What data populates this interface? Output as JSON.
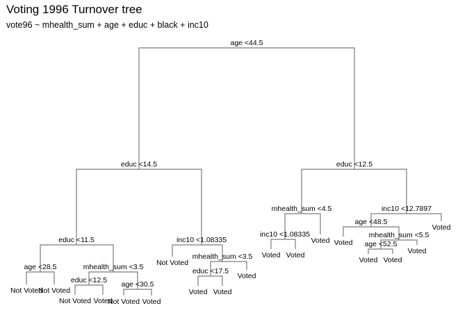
{
  "title": "Voting 1996 Turnover tree",
  "subtitle": "vote96 ~ mhealth_sum + age + educ + black + inc10",
  "tree": {
    "split": "age <44.5",
    "left": {
      "split": "educ <14.5",
      "left": {
        "split": "educ <11.5",
        "left": {
          "split": "age <28.5",
          "left": {
            "leaf": "Not Voted"
          },
          "right": {
            "leaf": "Not Voted"
          }
        },
        "right": {
          "split": "mhealth_sum <3.5",
          "left": {
            "split": "educ <12.5",
            "left": {
              "leaf": "Not Voted"
            },
            "right": {
              "leaf": "Voted"
            }
          },
          "right": {
            "split": "age <30.5",
            "left": {
              "leaf": "Not Voted"
            },
            "right": {
              "leaf": "Voted"
            }
          }
        }
      },
      "right": {
        "split": "inc10 <1.08335",
        "left": {
          "leaf": "Not Voted"
        },
        "right": {
          "split": "mhealth_sum <3.5",
          "left": {
            "split": "educ <17.5",
            "left": {
              "leaf": "Voted"
            },
            "right": {
              "leaf": "Voted"
            }
          },
          "right": {
            "leaf": "Voted"
          }
        }
      }
    },
    "right": {
      "split": "educ <12.5",
      "left": {
        "split": "mhealth_sum <4.5",
        "left": {
          "split": "inc10 <1.08335",
          "left": {
            "leaf": "Voted"
          },
          "right": {
            "leaf": "Voted"
          }
        },
        "right": {
          "leaf": "Voted"
        }
      },
      "right": {
        "split": "inc10 <12.7897",
        "left": {
          "split": "age <48.5",
          "left": {
            "leaf": "Voted"
          },
          "right": {
            "split": "mhealth_sum <5.5",
            "left": {
              "split": "age <52.5",
              "left": {
                "leaf": "Voted"
              },
              "right": {
                "leaf": "Voted"
              }
            },
            "right": {
              "leaf": "Voted"
            }
          }
        },
        "right": {
          "leaf": "Voted"
        }
      }
    }
  }
}
